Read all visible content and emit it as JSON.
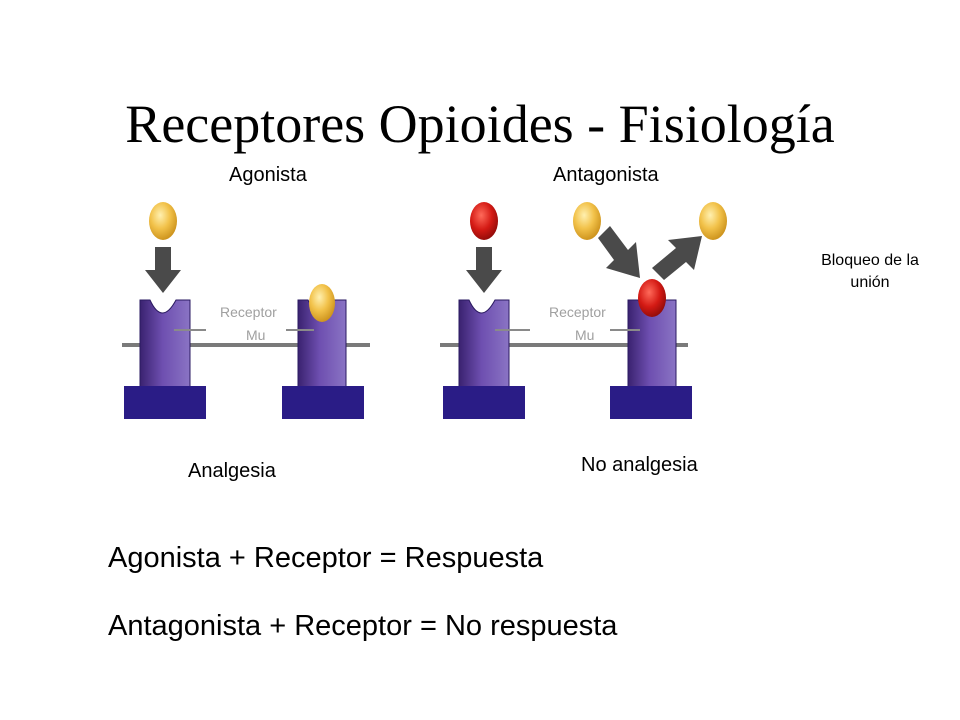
{
  "title": "Receptores Opioides - Fisiología",
  "labels": {
    "agonista": "Agonista",
    "antagonista": "Antagonista",
    "bloqueo_line1": "Bloqueo de la",
    "bloqueo_line2": "unión",
    "receptor": "Receptor",
    "mu": "Mu",
    "analgesia": "Analgesia",
    "no_analgesia": "No analgesia"
  },
  "equations": {
    "line1": "Agonista + Receptor = Respuesta",
    "line2": "Antagonista + Receptor = No respuesta"
  },
  "colors": {
    "agonist": "#f2c24a",
    "antagonist": "#cc1414",
    "receptor": "#5c3c98",
    "base": "#2a1c86",
    "arrow": "#555555"
  }
}
